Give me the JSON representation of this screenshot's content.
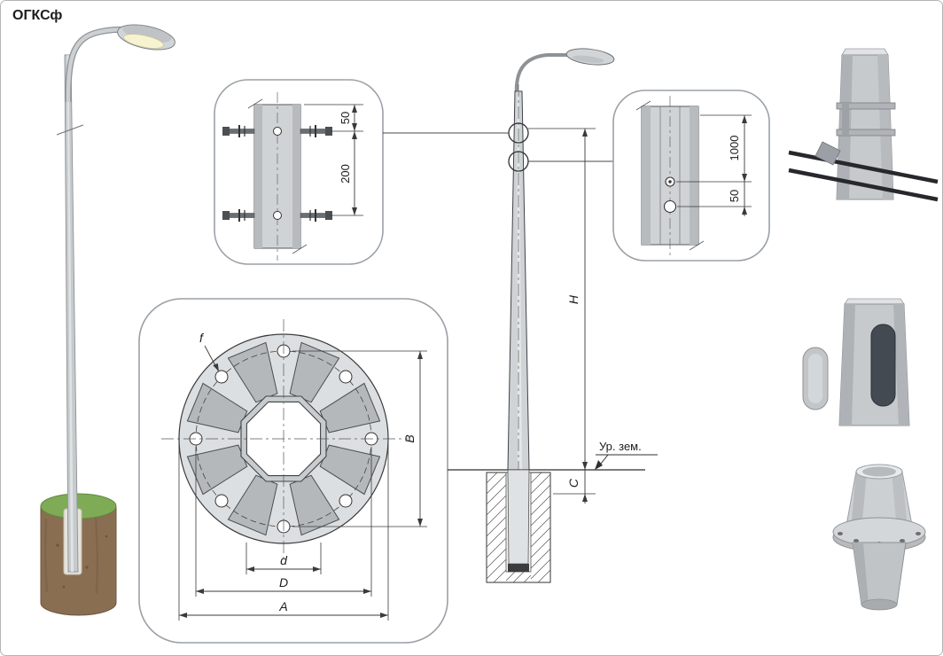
{
  "title": "ОГКСф",
  "clamp_detail": {
    "dim_top": "50",
    "dim_span": "200"
  },
  "hole_detail": {
    "dim_span": "1000",
    "dim_offset": "50"
  },
  "flange_detail": {
    "label_f": "f",
    "dim_B": "B",
    "dim_d": "d",
    "dim_D": "D",
    "dim_A": "A"
  },
  "elevation": {
    "dim_H": "H",
    "dim_C": "C",
    "ground": "Ур. зем."
  },
  "colors": {
    "line": "#3a3a3a",
    "detail_box_border": "#9aa0a6",
    "pole_gray": "#cfd3d6",
    "foundation_brown": "#8a6e52",
    "grass_green": "#7fab57",
    "door_dark": "#434a52"
  }
}
